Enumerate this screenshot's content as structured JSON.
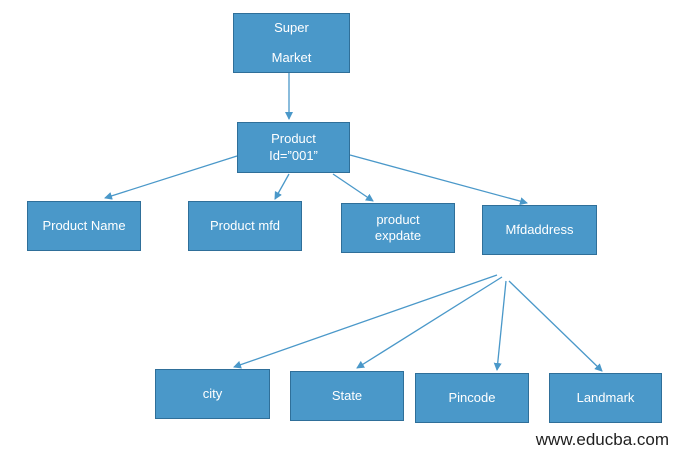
{
  "nodes": {
    "super_market": {
      "line1": "Super",
      "line2": "Market"
    },
    "product_id": {
      "line1": "Product",
      "line2": "Id=”001”"
    },
    "product_name": {
      "label": "Product Name"
    },
    "product_mfd": {
      "label": "Product mfd"
    },
    "product_expdate": {
      "line1": "product",
      "line2": "expdate"
    },
    "mfdaddress": {
      "label": "Mfdaddress"
    },
    "city": {
      "label": "city"
    },
    "state": {
      "label": "State"
    },
    "pincode": {
      "label": "Pincode"
    },
    "landmark": {
      "label": "Landmark"
    }
  },
  "edges": [
    {
      "from": "super_market",
      "to": "product_id"
    },
    {
      "from": "product_id",
      "to": "product_name"
    },
    {
      "from": "product_id",
      "to": "product_mfd"
    },
    {
      "from": "product_id",
      "to": "product_expdate"
    },
    {
      "from": "product_id",
      "to": "mfdaddress"
    },
    {
      "from": "mfdaddress",
      "to": "city"
    },
    {
      "from": "mfdaddress",
      "to": "state"
    },
    {
      "from": "mfdaddress",
      "to": "pincode"
    },
    {
      "from": "mfdaddress",
      "to": "landmark"
    }
  ],
  "colors": {
    "node_fill": "#4a98c9",
    "edge": "#4a98c9"
  },
  "watermark": "www.educba.com"
}
